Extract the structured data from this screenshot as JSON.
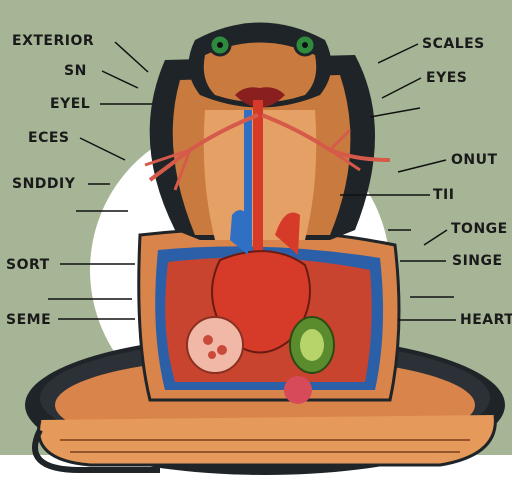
{
  "colors": {
    "background_panel": "#a6b596",
    "halo": "#ffffff",
    "scale_dark": "#1f2428",
    "scale_orange": "#d9844a",
    "belly": "#e59a5c",
    "heart": "#d63b2a",
    "vessel_blue": "#2f6fc4",
    "eye_green": "#2e8b3e"
  },
  "labels_left": [
    "EXTERIOR",
    "SN",
    "EYEL",
    "ECES",
    "SNDDIY",
    "SORT",
    "SEME"
  ],
  "labels_right": [
    "SCALES",
    "EYES",
    "ONUT",
    "TII",
    "TONGE",
    "SINGE",
    "HEART"
  ]
}
